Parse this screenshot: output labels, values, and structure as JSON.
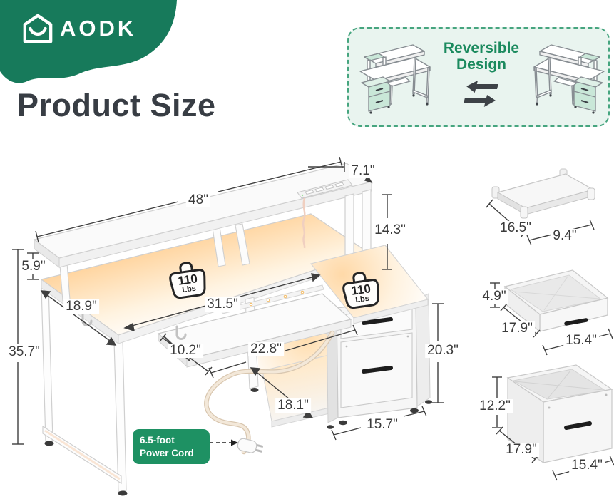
{
  "header": {
    "brand": "AODK",
    "title": "Product Size"
  },
  "reversible": {
    "line1": "Reversible",
    "line2": "Design"
  },
  "weight_badge": {
    "value": "110",
    "unit": "Lbs"
  },
  "power_cord_badge": {
    "line1": "6.5-foot",
    "line2": "Power Cord"
  },
  "desk": {
    "top_shelf_width": "48\"",
    "top_shelf_depth": "7.1\"",
    "hutch_clearance": "14.3\"",
    "monitor_shelf_height": "5.9\"",
    "desktop_depth": "18.9\"",
    "desktop_width": "31.5\"",
    "keyboard_tray_depth": "10.2\"",
    "keyboard_tray_width": "22.8\"",
    "overall_height": "35.7\"",
    "cabinet_height": "20.3\"",
    "bottom_shelf_depth": "18.1\"",
    "cabinet_width": "15.7\""
  },
  "monitor_stand": {
    "depth": "16.5\"",
    "width": "9.4\""
  },
  "top_drawer": {
    "height": "4.9\"",
    "depth": "17.9\"",
    "width": "15.4\""
  },
  "file_drawer": {
    "height": "12.2\"",
    "depth": "17.9\"",
    "width": "15.4\""
  },
  "colors": {
    "brand_green": "#177a5b",
    "accent_green": "#1e9163",
    "mint_bg": "#e9f4ef",
    "text_dark": "#3b3f46",
    "glow_orange": "#ffd49e"
  }
}
